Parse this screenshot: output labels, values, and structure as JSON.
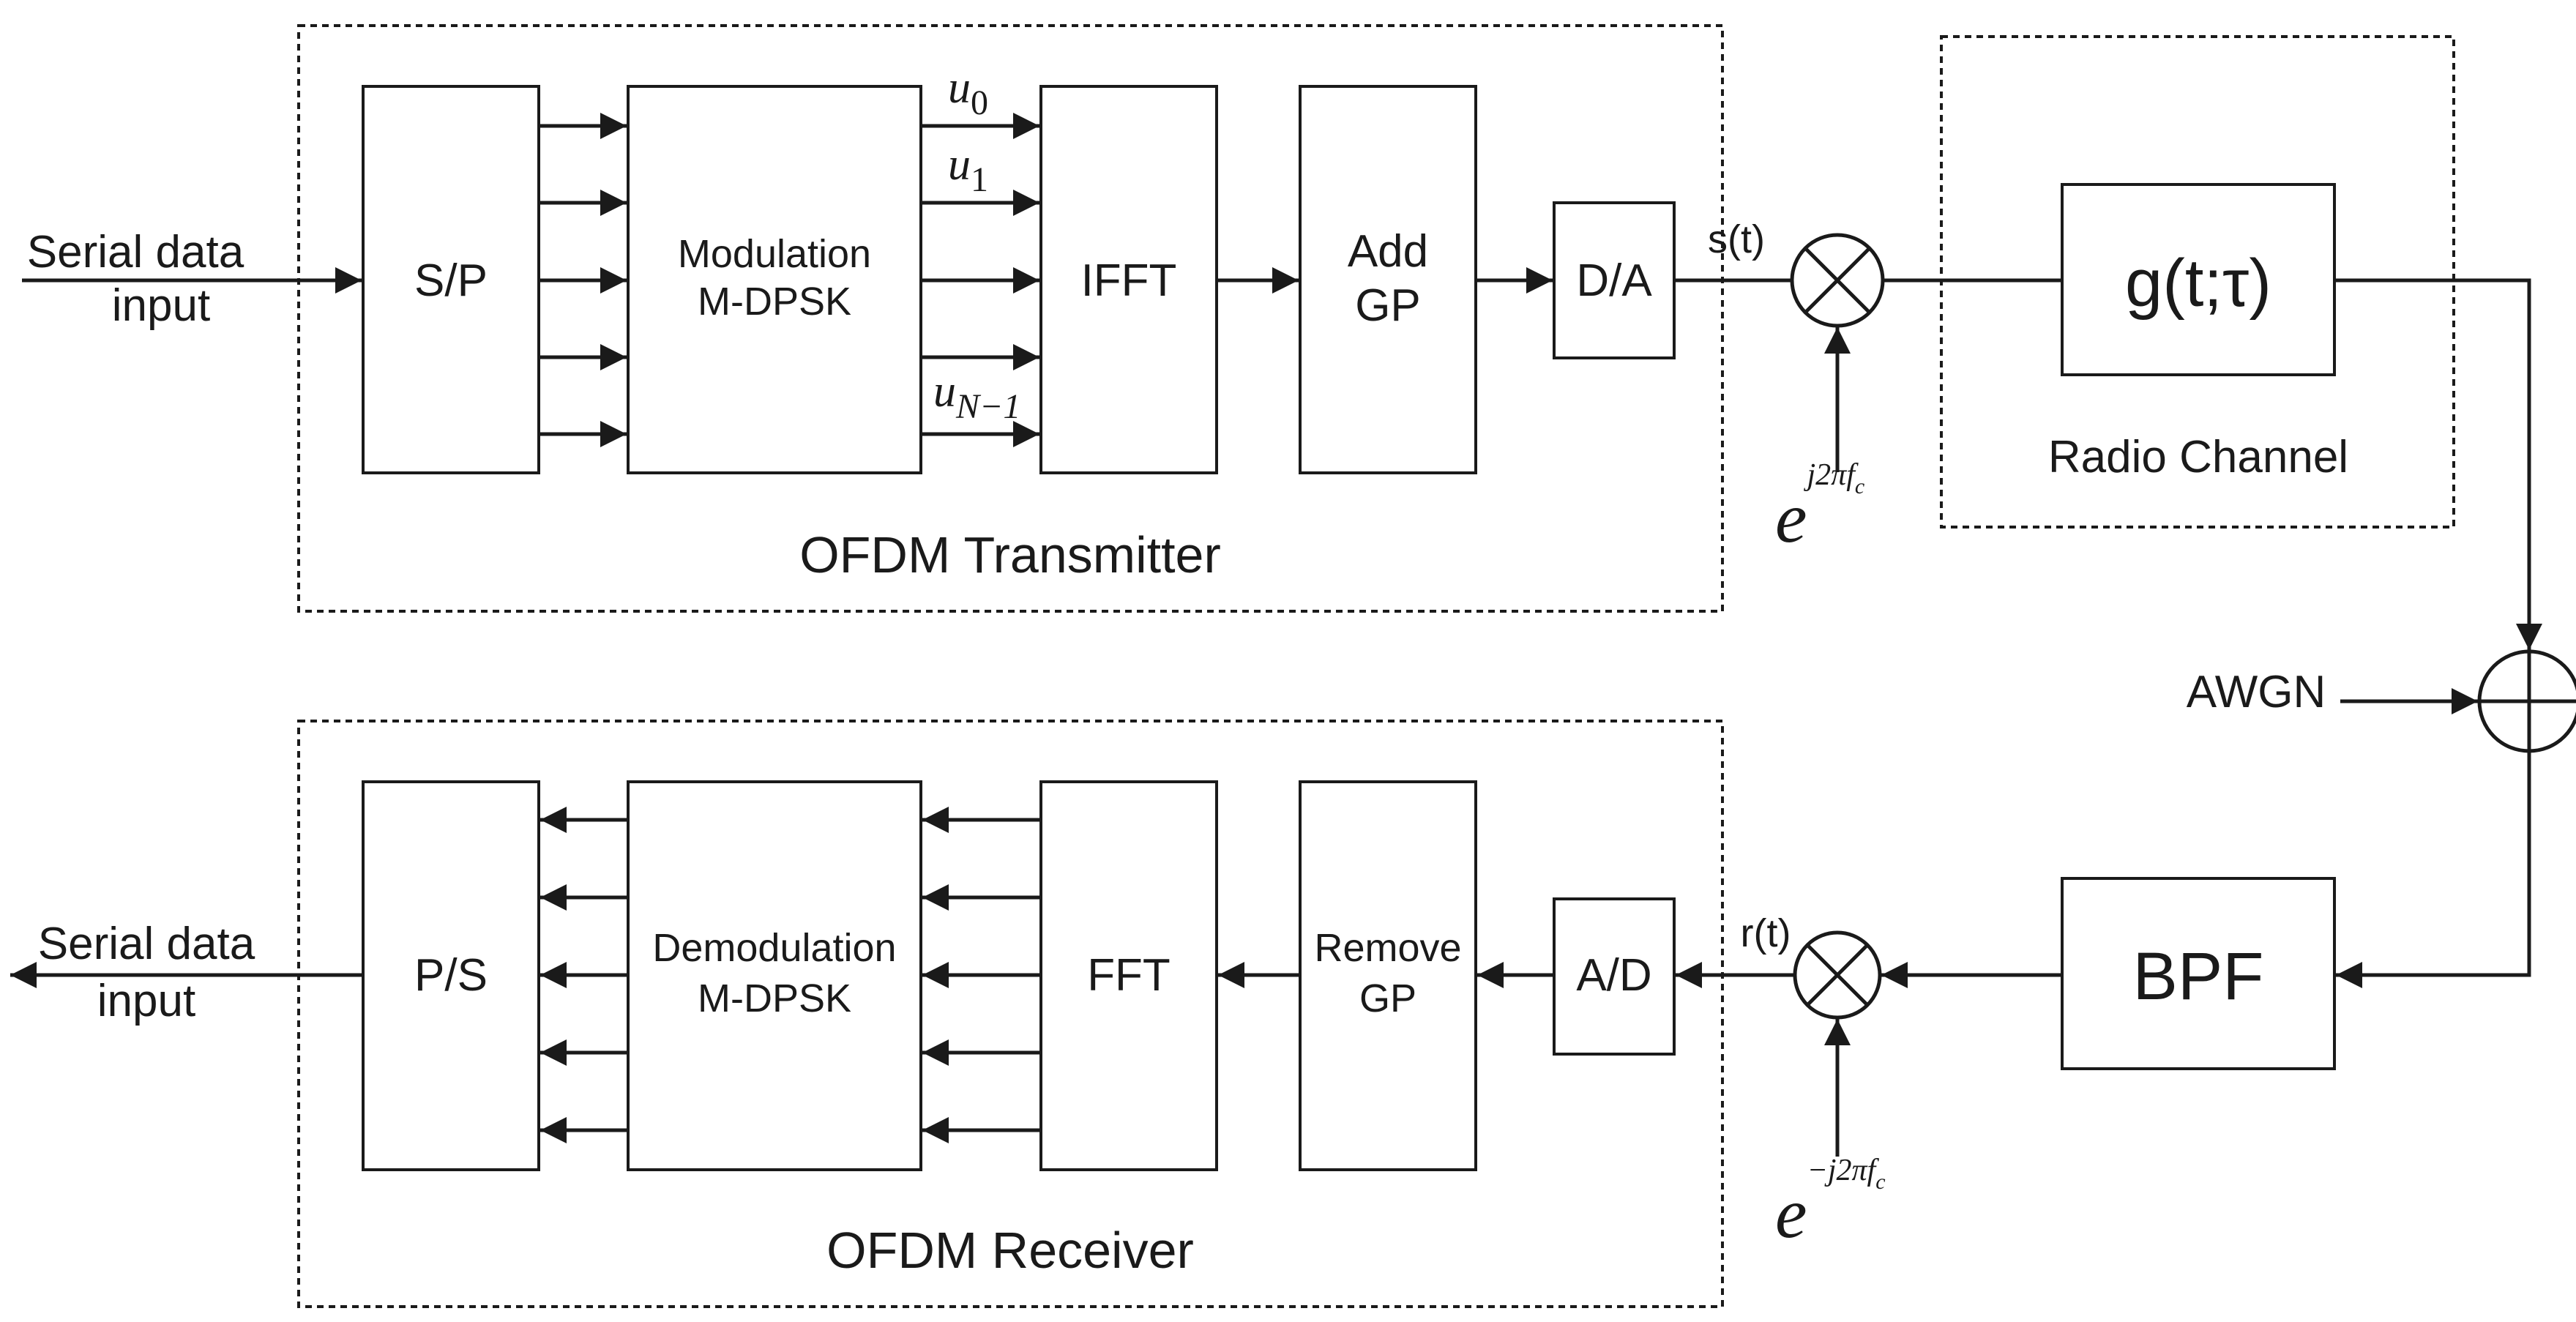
{
  "transmitter": {
    "title": "OFDM Transmitter",
    "input_label_line1": "Serial data",
    "input_label_line2": "input",
    "sp_label": "S/P",
    "mod_line1": "Modulation",
    "mod_line2": "M-DPSK",
    "ifft_label": "IFFT",
    "addgp_line1": "Add",
    "addgp_line2": "GP",
    "da_label": "D/A",
    "signal_label": "s(t)",
    "subcarrier_symbol": "u",
    "subcarrier_sub0": "0",
    "subcarrier_sub1": "1",
    "subcarrier_subN": "N−1",
    "carrier_base": "e",
    "carrier_exp": "j2πf",
    "carrier_exp_sub": "c"
  },
  "channel": {
    "title": "Radio Channel",
    "response_label": "g(t;τ)",
    "noise_label": "AWGN",
    "bpf_label": "BPF"
  },
  "receiver": {
    "title": "OFDM Receiver",
    "output_label_line1": "Serial data",
    "output_label_line2": "input",
    "ps_label": "P/S",
    "demod_line1": "Demodulation",
    "demod_line2": "M-DPSK",
    "fft_label": "FFT",
    "removegp_line1": "Remove",
    "removegp_line2": "GP",
    "ad_label": "A/D",
    "signal_label": "r(t)",
    "carrier_base": "e",
    "carrier_exp": "−j2πf",
    "carrier_exp_sub": "c"
  },
  "style": {
    "line_color": "#1a1a1a",
    "background": "#ffffff"
  }
}
